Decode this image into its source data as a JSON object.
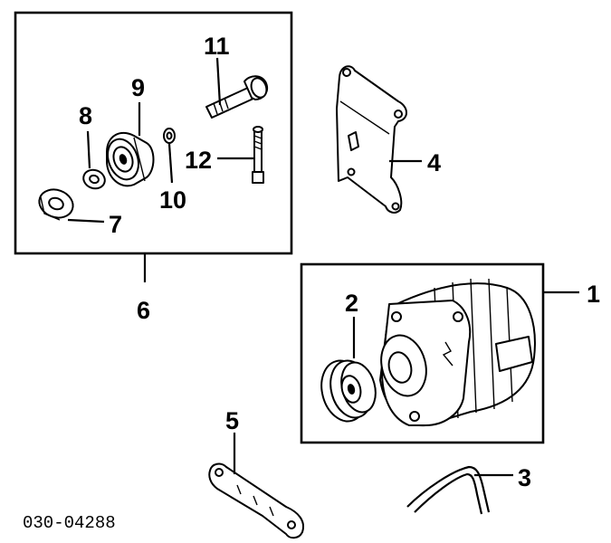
{
  "callouts": {
    "c1": "1",
    "c2": "2",
    "c3": "3",
    "c4": "4",
    "c5": "5",
    "c6": "6",
    "c7": "7",
    "c8": "8",
    "c9": "9",
    "c10": "10",
    "c11": "11",
    "c12": "12"
  },
  "diagram_code": "030-04288"
}
